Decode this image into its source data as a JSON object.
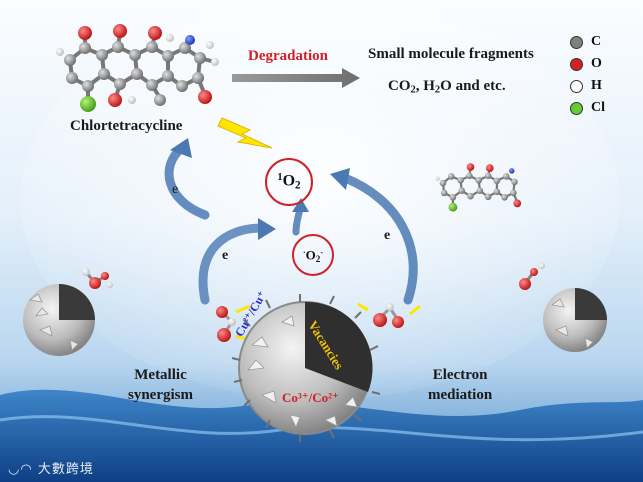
{
  "title_molecule": "Chlortetracycline",
  "degradation_label": "Degradation",
  "products_line1": "Small molecule fragments",
  "products_line2_parts": [
    "CO",
    "2",
    ", H",
    "2",
    "O and etc."
  ],
  "legend": [
    {
      "symbol": "C",
      "color": "#808080"
    },
    {
      "symbol": "O",
      "color": "#d32020"
    },
    {
      "symbol": "H",
      "color": "#ffffff"
    },
    {
      "symbol": "Cl",
      "color": "#66cc33"
    }
  ],
  "singlet_oxygen": {
    "pre_sup": "1",
    "base": "O",
    "sub": "2"
  },
  "superoxide": {
    "pre_sup": "·",
    "base": "O",
    "sub": "2",
    "post_sup": "-"
  },
  "electron_label": "e",
  "left_caption": [
    "Metallic",
    "synergism"
  ],
  "right_caption": [
    "Electron",
    "mediation"
  ],
  "sphere_labels": {
    "copper": "Cu²⁺/Cu⁺",
    "cobalt": "Co³⁺/Co²⁺",
    "vacancies": "Vacancies"
  },
  "colors": {
    "accent_red": "#d0202a",
    "arrow_blue": "#4a79b3",
    "cu_text": "#2b2bd0",
    "vac_text": "#f2c200"
  },
  "watermark": "大數跨境"
}
